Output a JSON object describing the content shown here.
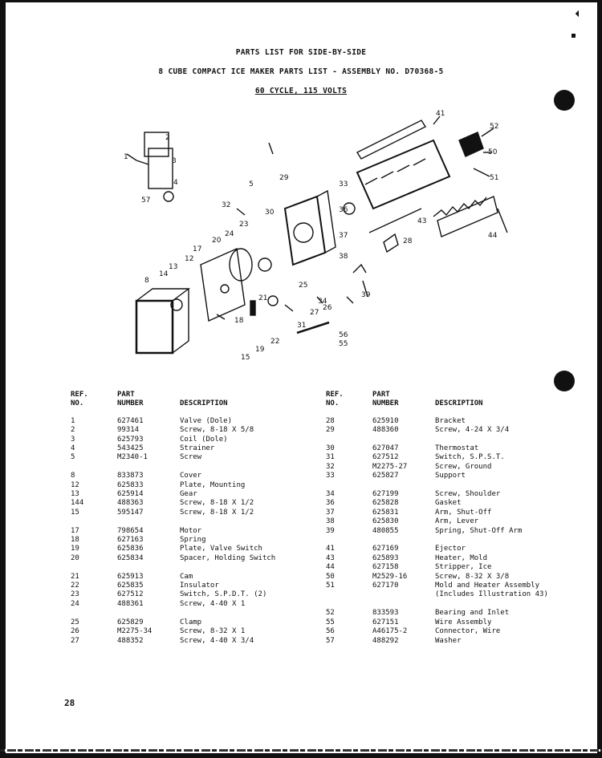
{
  "header": {
    "line1": "PARTS LIST FOR SIDE-BY-SIDE",
    "line2": "8 CUBE COMPACT ICE MAKER PARTS LIST - ASSEMBLY NO.  D70368-5",
    "line3": "60 CYCLE, 115 VOLTS"
  },
  "table_headers": {
    "ref": "REF.\nNO.",
    "part": "PART\nNUMBER",
    "desc": "DESCRIPTION"
  },
  "callouts": [
    "1",
    "2",
    "3",
    "4",
    "5",
    "8",
    "12",
    "13",
    "14",
    "15",
    "17",
    "18",
    "19",
    "20",
    "21",
    "22",
    "23",
    "24",
    "25",
    "26",
    "27",
    "28",
    "29",
    "30",
    "31",
    "32",
    "33",
    "34",
    "36",
    "37",
    "38",
    "39",
    "41",
    "43",
    "44",
    "50",
    "51",
    "52",
    "55",
    "56",
    "57"
  ],
  "left_parts": [
    {
      "ref": "1",
      "part": "627461",
      "desc": "Valve (Dole)"
    },
    {
      "ref": "2",
      "part": "99314",
      "desc": "Screw, 8-18 X 5/8"
    },
    {
      "ref": "3",
      "part": "625793",
      "desc": "Coil (Dole)"
    },
    {
      "ref": "4",
      "part": "543425",
      "desc": "Strainer"
    },
    {
      "ref": "5",
      "part": "M2340-1",
      "desc": "Screw"
    },
    {
      "gap": true
    },
    {
      "ref": "8",
      "part": "833873",
      "desc": "Cover"
    },
    {
      "ref": "12",
      "part": "625833",
      "desc": "Plate, Mounting"
    },
    {
      "ref": "13",
      "part": "625914",
      "desc": "Gear"
    },
    {
      "ref": "144",
      "part": "488363",
      "desc": "Screw, 8-18 X 1/2"
    },
    {
      "ref": "15",
      "part": "595147",
      "desc": "Screw, 8-18 X 1/2"
    },
    {
      "gap": true
    },
    {
      "ref": "17",
      "part": "798654",
      "desc": "Motor"
    },
    {
      "ref": "18",
      "part": "627163",
      "desc": "Spring"
    },
    {
      "ref": "19",
      "part": "625836",
      "desc": "Plate, Valve Switch"
    },
    {
      "ref": "20",
      "part": "625834",
      "desc": "Spacer, Holding Switch"
    },
    {
      "gap": true
    },
    {
      "ref": "21",
      "part": "625913",
      "desc": "Cam"
    },
    {
      "ref": "22",
      "part": "625835",
      "desc": "Insulator"
    },
    {
      "ref": "23",
      "part": "627512",
      "desc": "Switch, S.P.D.T. (2)"
    },
    {
      "ref": "24",
      "part": "488361",
      "desc": "Screw, 4-40 X 1"
    },
    {
      "gap": true
    },
    {
      "ref": "25",
      "part": "625829",
      "desc": "Clamp"
    },
    {
      "ref": "26",
      "part": "M2275-34",
      "desc": "Screw, 8-32 X 1"
    },
    {
      "ref": "27",
      "part": "488352",
      "desc": "Screw, 4-40 X 3/4"
    }
  ],
  "right_parts": [
    {
      "ref": "28",
      "part": "625910",
      "desc": "Bracket"
    },
    {
      "ref": "29",
      "part": "488360",
      "desc": "Screw, 4-24 X 3/4"
    },
    {
      "gap": true
    },
    {
      "ref": "30",
      "part": "627047",
      "desc": "Thermostat"
    },
    {
      "ref": "31",
      "part": "627512",
      "desc": "Switch, S.P.S.T."
    },
    {
      "ref": "32",
      "part": "M2275-27",
      "desc": "Screw, Ground"
    },
    {
      "ref": "33",
      "part": "625827",
      "desc": "Support"
    },
    {
      "gap": true
    },
    {
      "ref": "34",
      "part": "627199",
      "desc": "Screw, Shoulder"
    },
    {
      "ref": "36",
      "part": "625828",
      "desc": "Gasket"
    },
    {
      "ref": "37",
      "part": "625831",
      "desc": "Arm, Shut-Off"
    },
    {
      "ref": "38",
      "part": "625830",
      "desc": "Arm, Lever"
    },
    {
      "ref": "39",
      "part": "480855",
      "desc": "Spring, Shut-Off Arm"
    },
    {
      "gap": true
    },
    {
      "ref": "41",
      "part": "627169",
      "desc": "Ejector"
    },
    {
      "ref": "43",
      "part": "625893",
      "desc": "Heater, Mold"
    },
    {
      "ref": "44",
      "part": "627158",
      "desc": "Stripper, Ice"
    },
    {
      "ref": "50",
      "part": "M2529-16",
      "desc": "Screw, 8-32 X 3/8"
    },
    {
      "ref": "51",
      "part": "627170",
      "desc": "Mold and Heater Assembly"
    },
    {
      "ref": "",
      "part": "",
      "desc": "(Includes Illustration 43)"
    },
    {
      "gap": true
    },
    {
      "ref": "52",
      "part": "833593",
      "desc": "Bearing and Inlet"
    },
    {
      "ref": "55",
      "part": "627151",
      "desc": "Wire Assembly"
    },
    {
      "ref": "56",
      "part": "A46175-2",
      "desc": "Connector, Wire"
    },
    {
      "ref": "57",
      "part": "488292",
      "desc": "Washer"
    }
  ],
  "page_number": "28"
}
